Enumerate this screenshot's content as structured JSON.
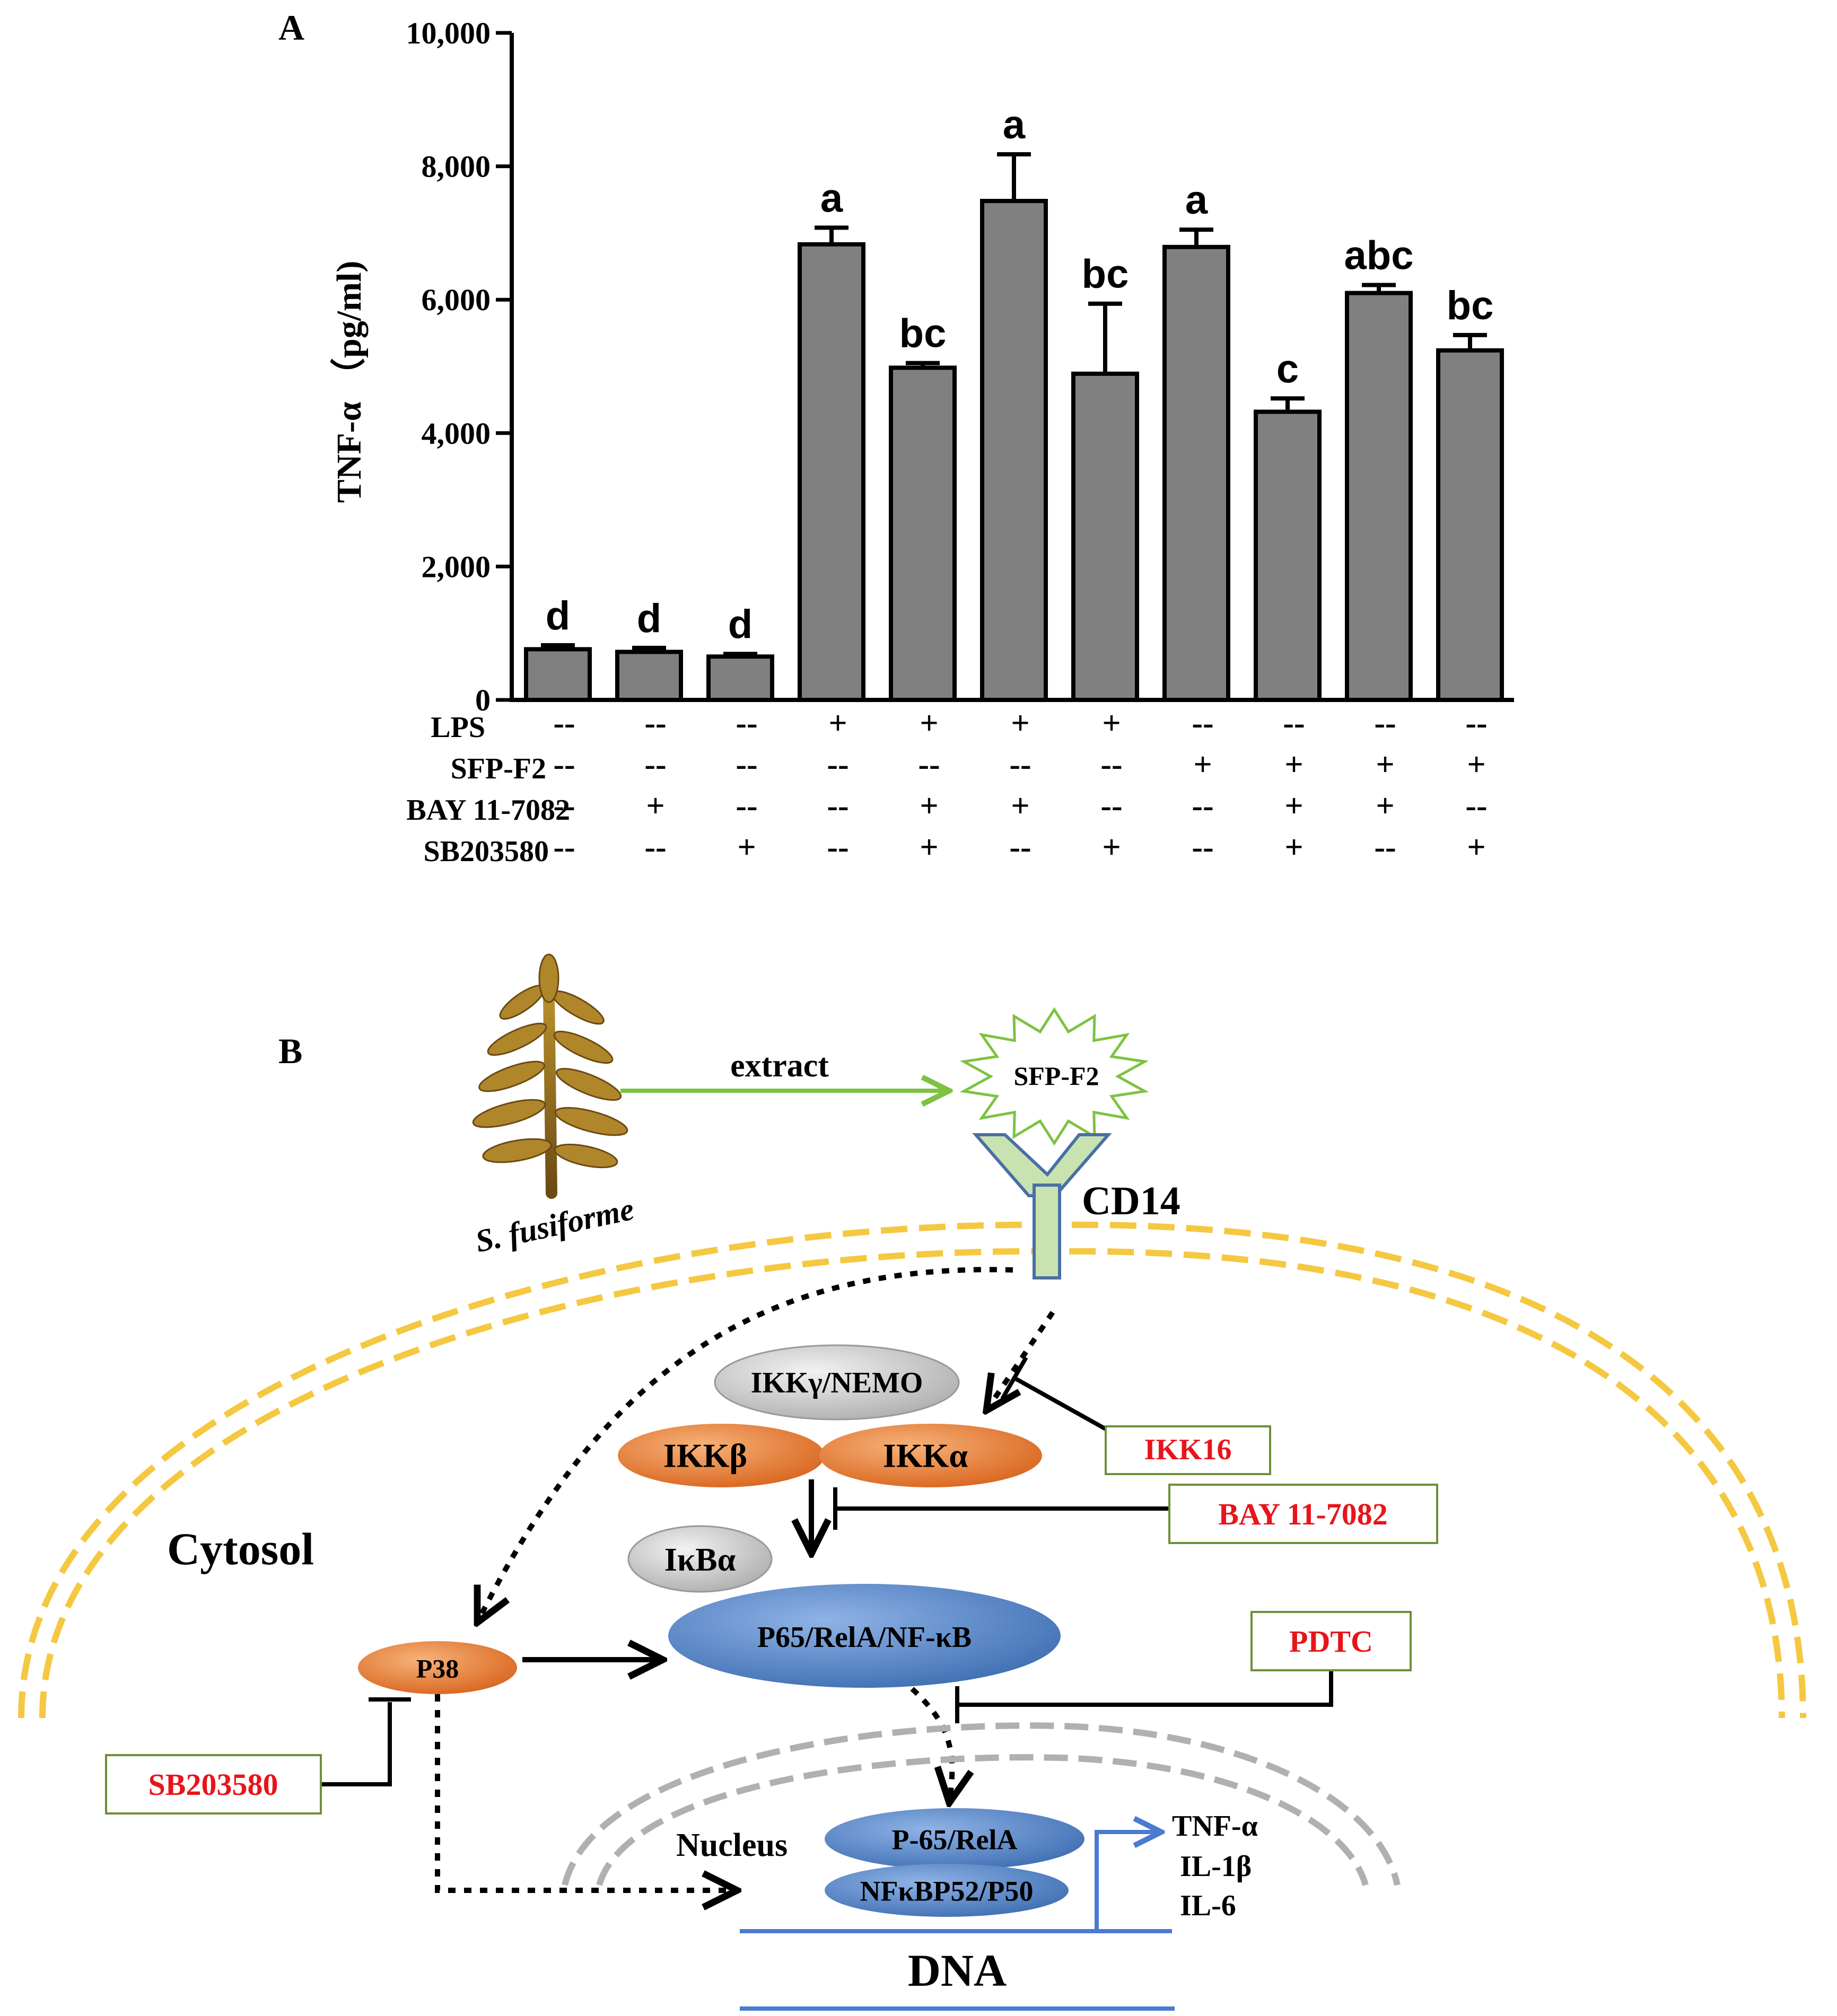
{
  "panels": {
    "a_label": "A",
    "b_label": "B"
  },
  "chart_data": {
    "type": "bar",
    "title": "",
    "xlabel": "",
    "ylabel": "TNF-α （pg/ml)",
    "ylim": [
      0,
      10000
    ],
    "yticks": [
      0,
      2000,
      4000,
      6000,
      8000,
      10000
    ],
    "ytick_labels": [
      "0",
      "2,000",
      "4,000",
      "6,000",
      "8,000",
      "10,000"
    ],
    "grid": false,
    "bar_color": "#808080",
    "values": [
      760,
      720,
      650,
      6830,
      4980,
      7480,
      4890,
      6790,
      4320,
      6100,
      5240
    ],
    "errors": [
      60,
      60,
      40,
      250,
      70,
      700,
      1050,
      260,
      200,
      120,
      230
    ],
    "significance": [
      "d",
      "d",
      "d",
      "a",
      "bc",
      "a",
      "bc",
      "a",
      "c",
      "abc",
      "bc"
    ],
    "treatment_rows": [
      {
        "name": "LPS",
        "marks": [
          "--",
          "--",
          "--",
          "+",
          "+",
          "+",
          "+",
          "--",
          "--",
          "--",
          "--"
        ]
      },
      {
        "name": "SFP-F2",
        "marks": [
          "--",
          "--",
          "--",
          "--",
          "--",
          "--",
          "--",
          "+",
          "+",
          "+",
          "+"
        ]
      },
      {
        "name": "BAY 11-7082",
        "marks": [
          "--",
          "+",
          "--",
          "--",
          "+",
          "+",
          "--",
          "--",
          "+",
          "+",
          "--"
        ]
      },
      {
        "name": "SB203580",
        "marks": [
          "--",
          "--",
          "+",
          "--",
          "+",
          "--",
          "+",
          "--",
          "+",
          "--",
          "+"
        ]
      }
    ]
  },
  "diagram": {
    "extract_label": "extract",
    "sfp_label": "SFP-F2",
    "cd14_label": "CD14",
    "species_label": "S. fusiforme",
    "cytosol_label": "Cytosol",
    "ikk_gamma_label": "IKKγ/NEMO",
    "ikk_beta_label": "IKKβ",
    "ikk_alpha_label": "IKKα",
    "ikb_label": "IκBα",
    "p65_label": "P65/RelA/NF-κB",
    "p38_label": "P38",
    "nucleus_label": "Nucleus",
    "p65_nuc_label": "P-65/RelA",
    "nfkb_nuc_label": "NFκBP52/P50",
    "dna_label": "DNA",
    "outputs": [
      "TNF-α",
      "IL-1β",
      "IL-6"
    ],
    "inhibitors": {
      "ikk16": "IKK16",
      "bay": "BAY 11-7082",
      "pdtc": "PDTC",
      "sb": "SB203580"
    },
    "colors": {
      "membrane": "#f5c842",
      "nuclear_membrane": "#b0b0b0",
      "extract_arrow": "#7dc242",
      "receptor_fill": "#c9e3b0",
      "receptor_stroke": "#4a6fa5",
      "orange": "#e8843a",
      "blue": "#4f7fc0",
      "gray_oval": "#c9c9c9",
      "inhibitor_text": "#e8141b",
      "inhibitor_box": "#6d8f3a",
      "dna_line": "#4a7bd0"
    }
  }
}
